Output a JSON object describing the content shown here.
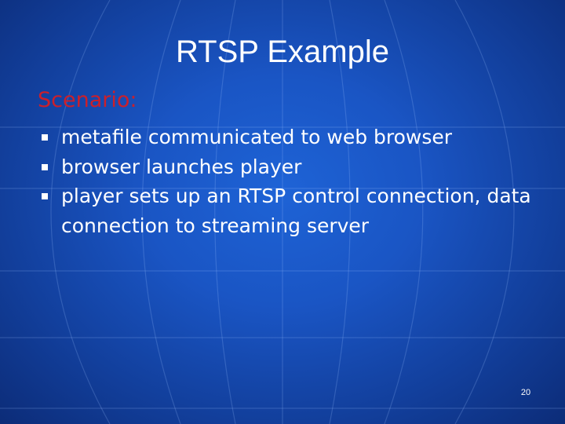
{
  "slide": {
    "title": "RTSP Example",
    "subheading": "Scenario:",
    "bullets": [
      "metafile communicated to web browser",
      "browser launches player",
      "player sets up an RTSP control connection, data connection to streaming server"
    ],
    "page_number": "20"
  },
  "colors": {
    "background": "#1a55c4",
    "title_text": "#ffffff",
    "subheading_text": "#cc1f2a",
    "body_text": "#ffffff"
  }
}
